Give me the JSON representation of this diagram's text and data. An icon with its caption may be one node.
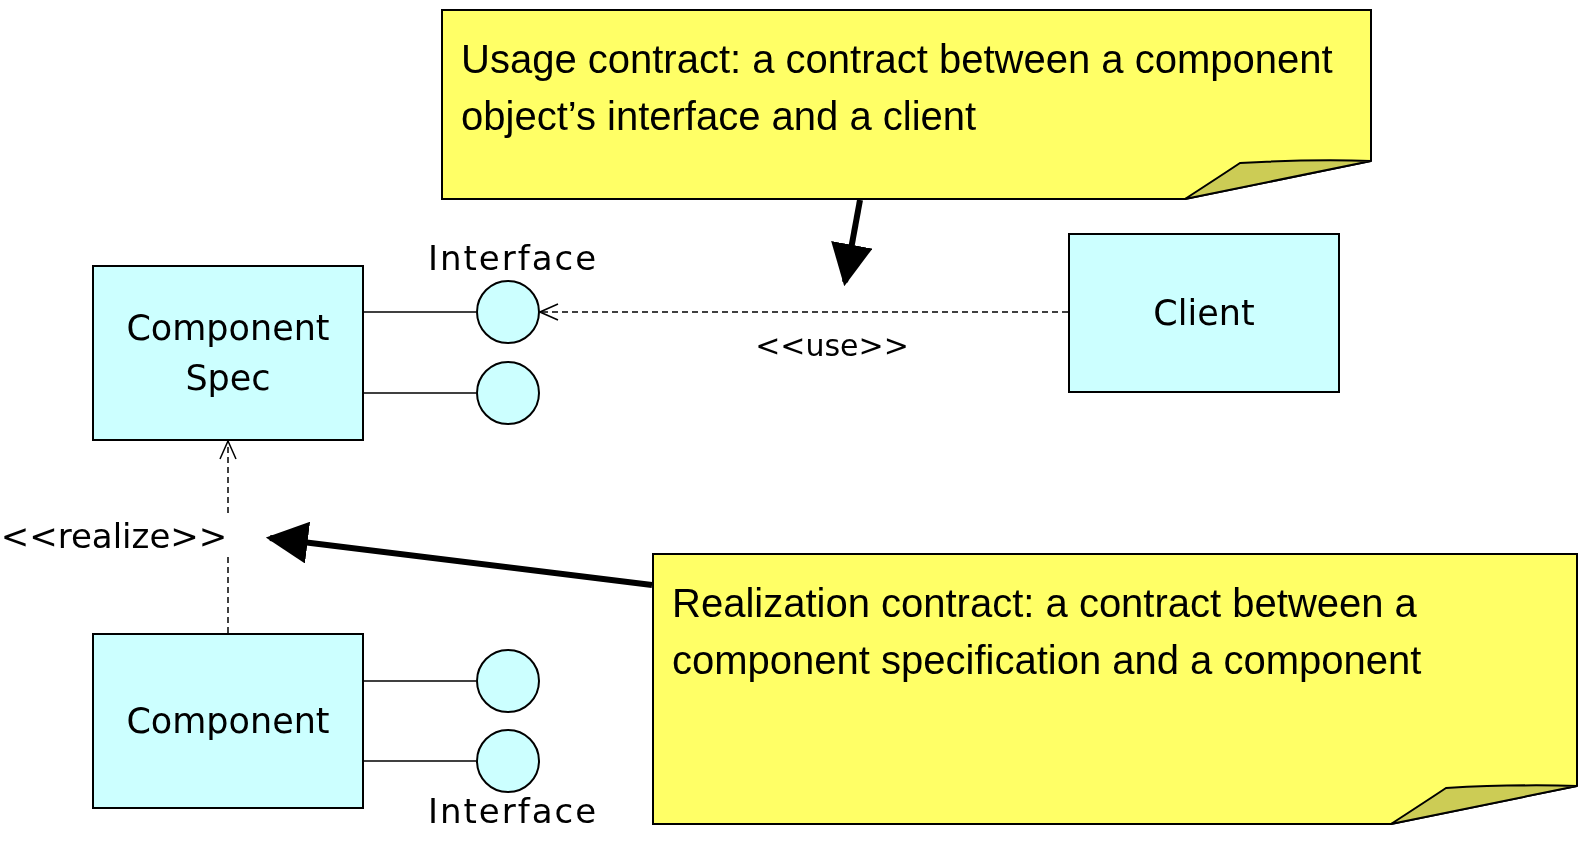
{
  "diagram": {
    "nodes": [
      {
        "text": [
          "Usage contract: a contract between a component object’s interface and a client"
        ]
      },
      {
        "text": [
          "Component Spec"
        ]
      },
      {
        "text": [],
        "shape": "circle",
        "beside": [
          "Interface"
        ]
      },
      {
        "text": [],
        "shape": "circle"
      },
      {
        "text": [
          "Client"
        ]
      },
      {
        "text": [
          "Realization contract: a contract between a component specification and a component"
        ]
      },
      {
        "text": [
          "Component"
        ]
      },
      {
        "text": [],
        "shape": "circle"
      },
      {
        "text": [],
        "shape": "circle",
        "beside": [
          "Interface"
        ]
      }
    ],
    "edges": [
      {
        "from": 1,
        "to": 2,
        "arrow": "none"
      },
      {
        "from": 1,
        "to": 3,
        "arrow": "none"
      },
      {
        "from": 4,
        "to": 2,
        "arrow": "to",
        "style": "dashed",
        "label": "<<use>>"
      },
      {
        "from": 6,
        "to": 1,
        "arrow": "to",
        "style": "dashed",
        "label": "<<realize>>"
      },
      {
        "from": 6,
        "to": 7,
        "arrow": "none"
      },
      {
        "from": 6,
        "to": 8,
        "arrow": "none"
      },
      {
        "from": 0,
        "to": null,
        "arrow": "to",
        "style": "thick"
      },
      {
        "from": 5,
        "to": null,
        "arrow": "to",
        "style": "thick"
      }
    ]
  }
}
